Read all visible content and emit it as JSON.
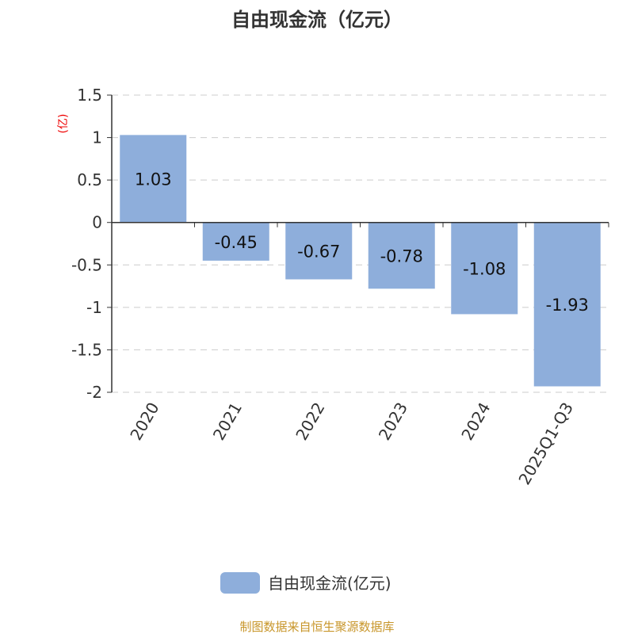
{
  "chart_data": {
    "type": "bar",
    "title": "自由现金流（亿元）",
    "ylabel": "(亿)",
    "xlabel": "",
    "categories": [
      "2020",
      "2021",
      "2022",
      "2023",
      "2024",
      "2025Q1-Q3"
    ],
    "series": [
      {
        "name": "自由现金流(亿元)",
        "values": [
          1.03,
          -0.45,
          -0.67,
          -0.78,
          -1.08,
          -1.93
        ],
        "color": "#8eaedb"
      }
    ],
    "value_labels": [
      "1.03",
      "-0.45",
      "-0.67",
      "-0.78",
      "-1.08",
      "-1.93"
    ],
    "ylim": [
      -2,
      1.5
    ],
    "yticks": [
      1.5,
      1,
      0.5,
      0,
      -0.5,
      -1,
      -1.5,
      -2
    ],
    "ytick_labels": [
      "1.5",
      "1",
      "0.5",
      "0",
      "-0.5",
      "-1",
      "-1.5",
      "-2"
    ],
    "grid": true,
    "legend_position": "bottom"
  },
  "footer": "制图数据来自恒生聚源数据库"
}
